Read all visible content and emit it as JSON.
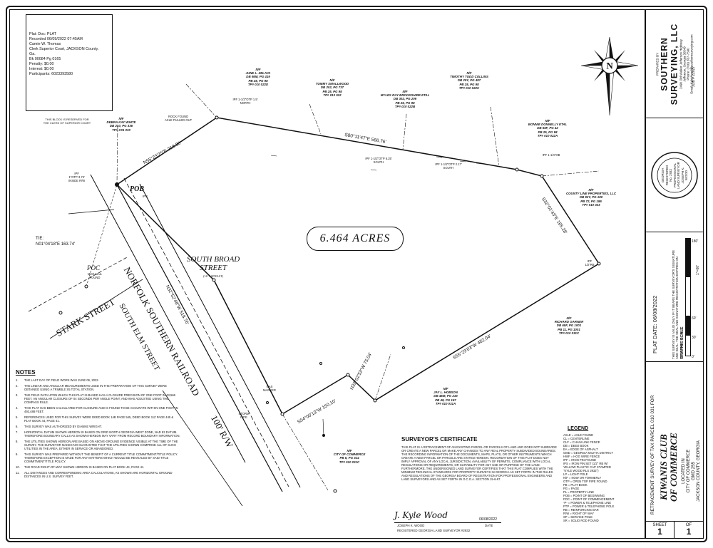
{
  "recording": {
    "lines": [
      "Plat: Doc: PLAT",
      "Recorded 06/09/2022 07:45AM",
      "Camie W. Thomas",
      "Clerk Superior Court, JACKSON County,",
      "Ga.",
      "Bk 00084 Pg 0165",
      "",
      "Penalty: $0.00",
      "Interest: $0.00",
      "",
      "Participants: 6023393580"
    ],
    "reserved_note_1": "THIS BLOCK IS RESERVED FOR",
    "reserved_note_2": "THE CLERK OF SUPERIOR COURT"
  },
  "owners": [
    {
      "lines": [
        "N/F",
        "DEBRA KAY WHITE",
        "DB 210, PG 336",
        "TP# C01 030"
      ]
    },
    {
      "lines": [
        "N/F",
        "JUNE L. ZELAYA",
        "DB 98M, PG 419",
        "PB 25, PG 98",
        "TP# 010 022D"
      ]
    },
    {
      "lines": [
        "N/F",
        "TOMMY SMALLWOOD",
        "DB 202, PG 737",
        "PB 25, PG 98",
        "TP# 010 022"
      ]
    },
    {
      "lines": [
        "N/F",
        "MYLES RAY BROOKSHIRE ETAL",
        "DB 302, PG 209",
        "PB 25, PG 98",
        "TP# 010 022B"
      ]
    },
    {
      "lines": [
        "N/F",
        "TIMOTHY TODD COLLINS",
        "DB 29Y, PG 487",
        "PB 25, PG 98",
        "TP# 010 022C"
      ]
    },
    {
      "lines": [
        "N/F",
        "BONNIE DONNELLY ETAL",
        "DB 65F, PG 42",
        "PB 25, PG 98",
        "TP# 010 022A"
      ]
    },
    {
      "lines": [
        "N/F",
        "COUNTY LINE PROPERTIES, LLC",
        "DB 92Y, PG 180",
        "PB 72, PG 186",
        "TP# 010 023"
      ]
    },
    {
      "lines": [
        "N/F",
        "RICHARD GARNER",
        "DB 65F, PG 1001",
        "PB 11, PG 1001",
        "TP# 010 031C"
      ]
    },
    {
      "lines": [
        "N/F",
        "JAY L. HOBSON",
        "DB 45M, PG 233",
        "PB 48, PG 167",
        "TP# 010 031A"
      ]
    },
    {
      "lines": [
        "N/F",
        "CITY OF COMMERCE",
        "PB 5, PG 314",
        "TP# 010 031C"
      ]
    }
  ],
  "map_labels": {
    "acres": "6.464 ACRES",
    "pob": "POB",
    "pob_sub": "IPS",
    "poc": "POC",
    "poc_sub_1": "MAG NAIL",
    "poc_sub_2": "FOUND",
    "tie_1": "TIE:",
    "tie_2": "N01°04'18\"E 163.74'",
    "south_broad_1": "SOUTH BROAD",
    "south_broad_2": "STREET",
    "south_broad_3": "(16' ASPHALT)",
    "stark": "STARK STREET",
    "south_elm": "SOUTH ELM STREET",
    "railroad": "NORFOLK SOUTHERN RAILROAD",
    "row": "100' R/W",
    "rock_1": "ROCK FOUND",
    "rock_2": "AXLE PULLED OUT",
    "b_nw": "N55°23'25\"E 218.30'",
    "b_top": "S80°11'47\"E 566.76'",
    "b_east": "S32°01'43\"E 165.28'",
    "b_se": "S55°29'03\"W 482.04'",
    "b_rail": "N32°52'48\"W 518.76'",
    "b_s1": "S54°00'13\"W 150.10'",
    "b_s2": "N32°02'53\"W 75.04'",
    "otp_1": "IPF",
    "otp_2": "1\"OTP 3.72'",
    "otp_3": "INSIDE R/W",
    "ipf_a": "IPF 1-1/2\"OTP 6.25' SOUTH",
    "ipf_b": "IPF 1-1/2\"OTP 2.17' SOUTH",
    "ipf_c": "IPF 1-1/2\"OTP 1.5' NORTH",
    "ipf_d": "IPF 1-1/4\"OB",
    "ipf_e": "IPF 1/2\"RB",
    "gas": "GAS MARKER",
    "storm": "STORM PIPE"
  },
  "notes": {
    "title": "NOTES",
    "items": [
      {
        "n": "1.",
        "t": "THE LAST DAY OF FIELD WORK WAS JUNE 06, 2022."
      },
      {
        "n": "2.",
        "t": "THE LINEAR AND ANGULAR MEASUREMENTS USED IN THE PREPARATION OF THIS SURVEY WERE OBTAINED USING A TRIMBLE S5 TOTAL STATION."
      },
      {
        "n": "3.",
        "t": "THE FIELD DATA UPON WHICH THIS PLAT IS BASED HAS A CLOSURE PRECISION OF ONE FOOT IN 43,566 FEET, AN ANGULAR CLOSURE OF 04 SECONDS PER ANGLE POINT, AND WAS ADJUSTED USING THE COMPASS RULE."
      },
      {
        "n": "4.",
        "t": "THIS PLAT HAS BEEN CALCULATED FOR CLOSURE AND IS FOUND TO BE ACCURATE WITHIN ONE FOOT IN 492,488 FEET."
      },
      {
        "n": "5.",
        "t": "REFERENCES USED FOR THIS SURVEY WERE DEED BOOK 14B PAGE 545, DEED BOOK 11Z PAGE 445 & PLAT BOOK 44, PAGE 41."
      },
      {
        "n": "6.",
        "t": "THIS SURVEY WAS AUTHORIZED BY DIANNE WRIGHT."
      },
      {
        "n": "7.",
        "t": "HORIZONTAL DATUM SHOWN HEREON IS BASED ON GRID NORTH GEORGIA WEST ZONE, NAD 83 DATUM. THEREFORE BOUNDARY CALLS AS SHOWN HEREON MAY VARY FROM RECORD BOUNDARY INFORMATION."
      },
      {
        "n": "8.",
        "t": "THE UTILITIES SHOWN HEREON ARE BASED ON ABOVE-GROUND EVIDENCE VISIBLE AT THE TIME OF THE SURVEY. THE SURVEYOR MAKES NO GUARANTEE THAT THE UTILITIES SHOWN COMPRISE ALL OF SUCH UTILITIES IN THE AREA, EITHER IN SERVICE OR ABANDONED."
      },
      {
        "n": "9.",
        "t": "THIS SURVEY WAS PREPARED WITHOUT THE BENEFIT OF A CURRENT TITLE COMMITMENT/TITLE POLICY. THEREFORE EXCEPTION IS MADE FOR ANY MATTERS WHICH WOULD BE REVEALED BY SAID TITLE COMMITMENT/TITLE POLICY."
      },
      {
        "n": "10.",
        "t": "THE ROAD RIGHT-OF-WAY SHOWN HEREON IS BASED ON PLAT BOOK 44, PAGE 41."
      },
      {
        "n": "11.",
        "t": "ALL DISTANCES AND CORRESPONDING AREA CALCULATIONS, AS SHOWN ARE HORIZONTAL GROUND DISTANCES IN U.S. SURVEY FEET."
      }
    ]
  },
  "certificate": {
    "title": "SURVEYOR'S CERTIFICATE",
    "body": "THIS PLAT IS A RETRACEMENT OF AN EXISTING PARCEL OR PARCELS OF LAND AND DOES NOT SUBDIVIDE OR CREATE A NEW PARCEL OR MAKE ANY CHANGES TO ANY REAL PROPERTY SUBDIVIDED BOUNDARIES. THE RECORDING INFORMATION OF THE DOCUMENTS, MAPS, PLATS, OR OTHER INSTRUMENTS WHICH CREATE A NEW PARCEL OR PARCELS ARE STATED HEREON. RECORDATION OF THIS PLAT DOES NOT IMPLY APPROVAL OF ANY LOCAL JURISDICTION, AVAILABILITY OF PERMITS, COMPLIANCE WITH LOCAL REGULATIONS OR REQUIREMENTS, OR SUITABILITY FOR ANY USE OR PURPOSE OF THE LAND. FURTHERMORE, THE UNDERSIGNED LAND SURVEYOR CERTIFIES THAT THIS PLAT COMPLIES WITH THE MINIMUM TECHNICAL STANDARDS FOR PROPERTY SURVEYS IN GEORGIA AS SET FORTH IN THE RULES AND REGULATIONS OF THE GEORGIA BOARD OF REGISTRATION FOR PROFESSIONAL ENGINEERS AND LAND SURVEYORS AND AS SET FORTH IN O.C.G.A. SECTION 15-6-67.",
    "signature": "J. Kyle Wood",
    "date": "06/08/2022",
    "date_label": "DATE",
    "name": "JOSEPH K. WOOD",
    "reg": "REGISTERED GEORGIA LAND SURVEYOR  #2932"
  },
  "legend": {
    "title": "LEGEND",
    "items": [
      "AXLE  = AXLE FOUND",
      "CL    = CENTERLINE",
      "CLF   = CHAIN LINK FENCE",
      "DB    = DEED BOOK",
      "EA    = EDGE OF ASPHALT",
      "GMD   = GEORGIA MILITIA DISTRICT",
      "HWF   = HOG WIRE FENCE",
      "IPF   = IRON PIN FOUND",
      "IPS   = IRON PIN SET (1/2\" RB W/",
      "YELLOW PLASTIC CAP STAMPED",
      "\"KYLE WOOD RLS 2932\")",
      "LP    = LIGHT POLE",
      "N/F   = NOW OR FORMERLY",
      "OTP   = OPEN TOP PIPE FOUND",
      "PB    = PLAT BOOK",
      "PG    = PAGE",
      "PL    = PROPERTY LINE",
      "POB   = POINT OF BEGINNING",
      "POC   = POINT OF COMMENCEMENT",
      "-P-   = POWER & TELEPHONE LINE",
      "PTP   = POWER & TELEPHONE POLE",
      "RB    = REINFORCING BAR",
      "R/W   = RIGHT OF WAY",
      "SP    = SERVICE POLE",
      "SR    = SOLID ROD FOUND"
    ]
  },
  "title_block": {
    "prepared_by": "PREPARED BY",
    "company_1": "SOUTHERN",
    "company_2": "SURVEYING, LLC",
    "addr_1": "2498 Old Walker Jefferson Highway",
    "addr_2": "Jefferson, Georgia 30549",
    "addr_3": "Phone: (706) 367-7590",
    "addr_4": "Email: KyleWood@southernsurveying.com",
    "job": "JOB # 22027",
    "seal_1": "GEORGIA",
    "seal_2": "REGISTERED",
    "seal_3": "No. 2932",
    "seal_4": "PROFESSIONAL",
    "seal_5": "LAND SURVEYOR",
    "seal_6": "JOSEPH K.",
    "seal_7": "WOOD",
    "scale_title": "GRAPHIC SCALE",
    "scale_ticks": [
      "0'",
      "30'",
      "60'",
      "180'"
    ],
    "scale_ratio": "1\"=60'",
    "validity": "THIS SURVEY IS VALID ONLY IF IT BEARS THE SURVEYOR'S SIGNATURE AND SEAL. THE SEAL AND SIGNATURE REGISTRATION EXPIRES ON DECEMBER 31, 2022",
    "plat_date": "PLAT DATE: 06/08/2022",
    "survey_for": "RETRACEMENT SURVEY OF TAX PARCEL 010 031 FOR",
    "client_1": "KIWANIS CLUB",
    "client_2": "OF COMMERCE",
    "loc_1": "LOCATED IN",
    "loc_2": "CITY OF COMMERCE",
    "loc_3": "GMD 255",
    "loc_4": "JACKSON COUNTY, GEORGIA",
    "sheet_label": "SHEET",
    "sheet_num": "1",
    "of_label": "OF",
    "of_num": "1",
    "north": "N"
  },
  "colors": {
    "ink": "#111111",
    "paper": "#ffffff"
  }
}
